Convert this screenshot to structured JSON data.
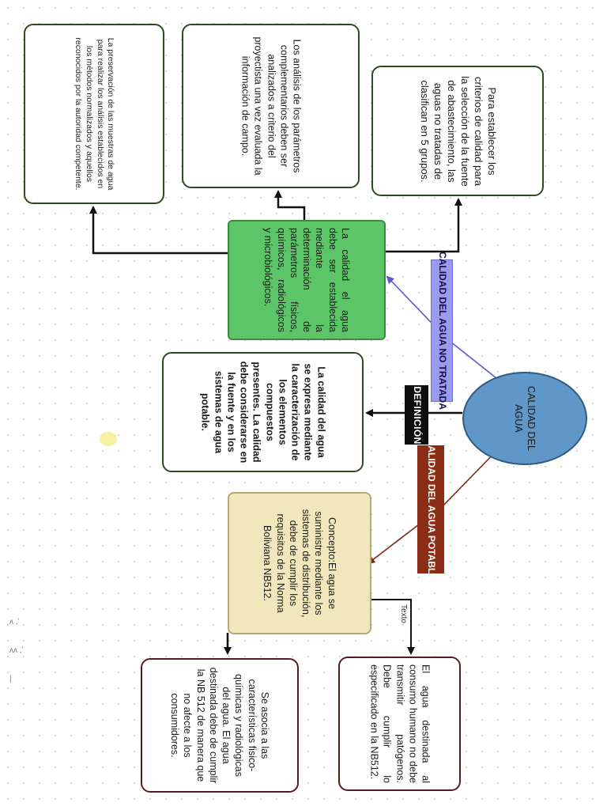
{
  "center": {
    "label": "CALIDAD DEL AGUA"
  },
  "labels": {
    "no_tratada": "CALIDAD DEL AGUA NO TRATADA",
    "definicion": "DEFINICIÓN",
    "potable": "CALIDAD DEL AGUA POTABLE",
    "texto": "Texto"
  },
  "boxes": {
    "criterios": "Para establecer los criterios de calidad para la selección de la fuente de abastecimiento, las aguas no tratadas de clasifican en 5 grupos.",
    "analisis": "Los análisis de los parámetros complementarios deben ser analizados a criterio del proyectista una vez evaluada la información de campo.",
    "preservacion": "La preservación de las muestras de agua para realizar los análisis establecidos en los métodos normalizados y aquellos reconocidos por la autoridad competente.",
    "green": "La calidad el agua debe ser establecida mediante la determinación de parámetros físicos, químicos, radiológicos y microbiológicos.",
    "definicion_main": "La calidad del agua se expresa mediante la caracterización de los elementos compuestos presentes. La calidad debe considerarse en la fuente y en los sistemas de agua potable.",
    "concepto": "Concepto:El agua se suministre mediante los sistemas de distribución, debe de cumplir los requisitos de la Norma Boliviana NB512.",
    "consumo": "El agua destinada al consumo humano no debe transmitir patógenos. Debe cumplir lo especificado en la NB512.",
    "asocia": "Se asocia a las características fisico-químicas y radiológicas del agua. El agua destinada debe de cumplir la NB 512 de manera que no afecte a los consumidores."
  },
  "margin_marks": "ʌ ,ʼ\n\nʌʌ ,ʼ\n\n|",
  "colors": {
    "center_fill": "#5f97c8",
    "green_fill": "#5cc567",
    "yellow_fill": "#f1e7bd",
    "no_tratada_fill": "#9a9af0",
    "definicion_fill": "#0e0e0e",
    "potable_fill": "#8c2d16",
    "card_border_dark": "#2f4a23",
    "card_border_red": "#5a1a22",
    "connector_blue": "#5a5ad0",
    "connector_brown": "#7a2a1a"
  }
}
